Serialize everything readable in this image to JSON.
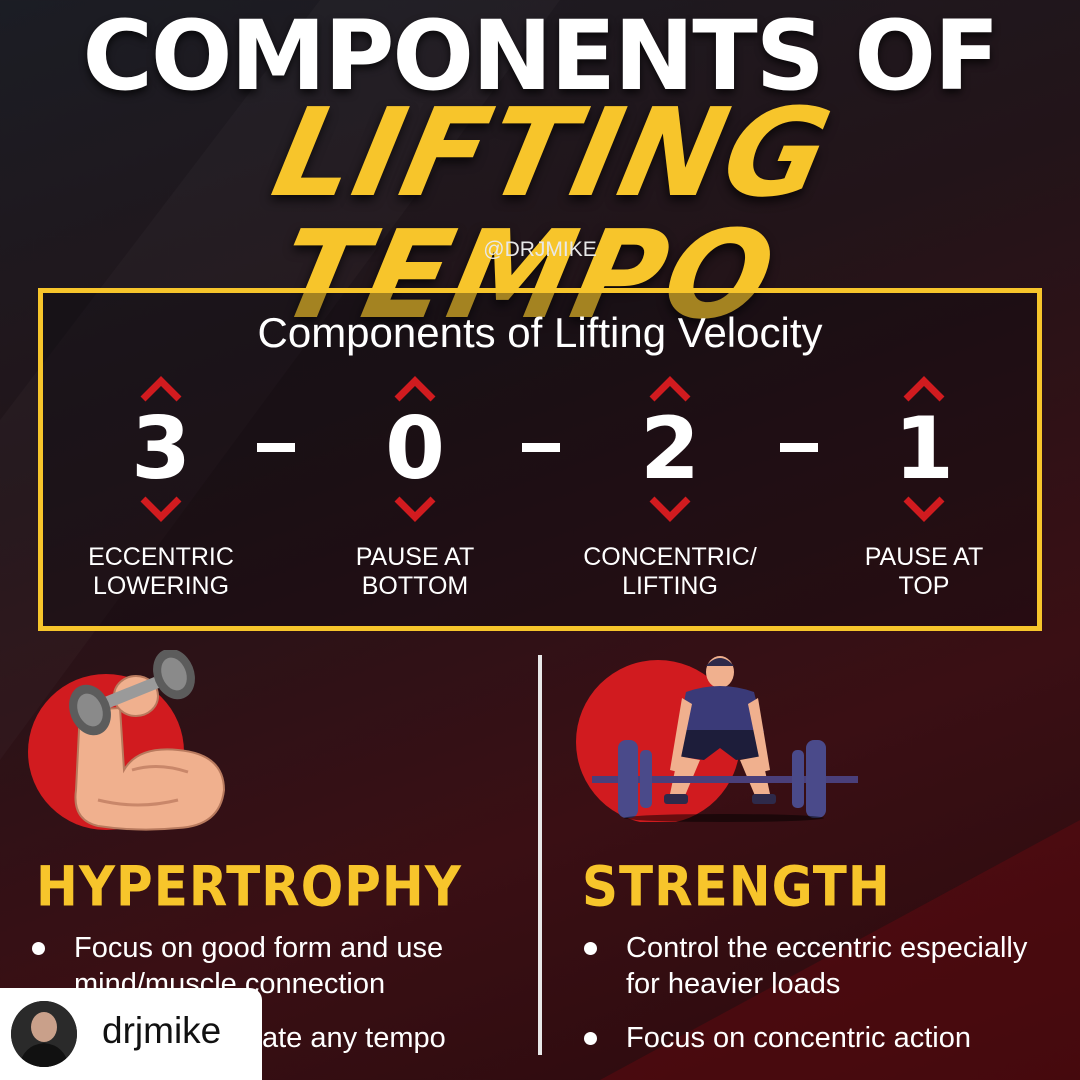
{
  "title": {
    "line1": "COMPONENTS OF",
    "line2": "LIFTING TEMPO",
    "handle": "@DRJMIKE"
  },
  "velocity": {
    "heading": "Components of Lifting Velocity",
    "separator": "-",
    "components": [
      {
        "digit": "3",
        "label_line1": "ECCENTRIC",
        "label_line2": "LOWERING"
      },
      {
        "digit": "0",
        "label_line1": "PAUSE AT",
        "label_line2": "BOTTOM"
      },
      {
        "digit": "2",
        "label_line1": "CONCENTRIC/",
        "label_line2": "LIFTING"
      },
      {
        "digit": "1",
        "label_line1": "PAUSE AT",
        "label_line2": "TOP"
      }
    ]
  },
  "hypertrophy": {
    "title": "HYPERTROPHY",
    "icon": "flexed-arm-dumbbell-icon",
    "bullets": [
      "Focus on good form and use mind/muscle connection",
      "ate any tempo"
    ]
  },
  "strength": {
    "title": "STRENGTH",
    "icon": "deadlift-lifter-icon",
    "bullets": [
      "Control the eccentric especially for heavier loads",
      "Focus on concentric action"
    ]
  },
  "repost": {
    "username": "drjmike"
  },
  "colors": {
    "accent_yellow": "#f7c52b",
    "accent_red": "#d11b1f",
    "text": "#ffffff"
  }
}
